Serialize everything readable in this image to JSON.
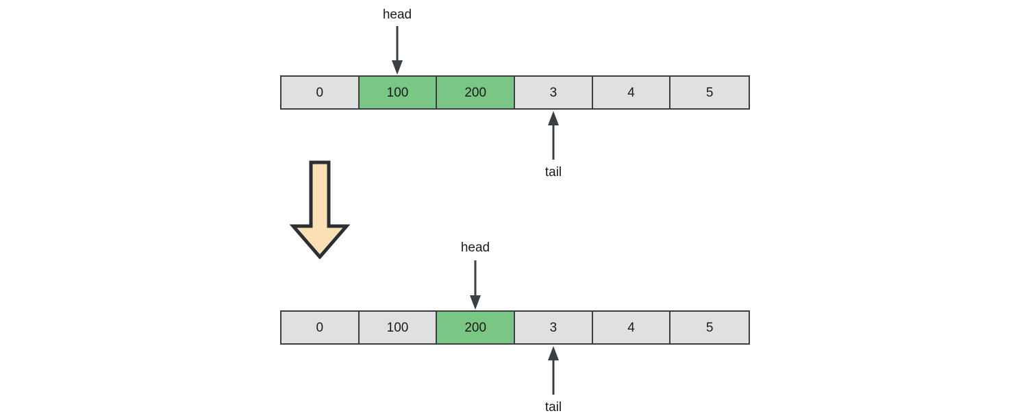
{
  "diagram": {
    "title": "queue-dequeue-operation",
    "colors": {
      "cell_fill": "#e0e0e0",
      "cell_highlight": "#7ac684",
      "cell_border": "#3a3f44",
      "arrow_stroke": "#3a3f44",
      "block_arrow_fill": "#fadfb4",
      "block_arrow_border": "#2b2f33",
      "background": "#ffffff"
    },
    "arrays": [
      {
        "name": "before",
        "cells": [
          {
            "value": "0",
            "highlighted": false
          },
          {
            "value": "100",
            "highlighted": true
          },
          {
            "value": "200",
            "highlighted": true
          },
          {
            "value": "3",
            "highlighted": false
          },
          {
            "value": "4",
            "highlighted": false
          },
          {
            "value": "5",
            "highlighted": false
          }
        ],
        "head_label": "head",
        "head_index": 1,
        "tail_label": "tail",
        "tail_index": 3
      },
      {
        "name": "after",
        "cells": [
          {
            "value": "0",
            "highlighted": false
          },
          {
            "value": "100",
            "highlighted": false
          },
          {
            "value": "200",
            "highlighted": true
          },
          {
            "value": "3",
            "highlighted": false
          },
          {
            "value": "4",
            "highlighted": false
          },
          {
            "value": "5",
            "highlighted": false
          }
        ],
        "head_label": "head",
        "head_index": 2,
        "tail_label": "tail",
        "tail_index": 3
      }
    ],
    "transition_arrow": {
      "direction": "down",
      "icon": "down-block-arrow-icon"
    }
  }
}
